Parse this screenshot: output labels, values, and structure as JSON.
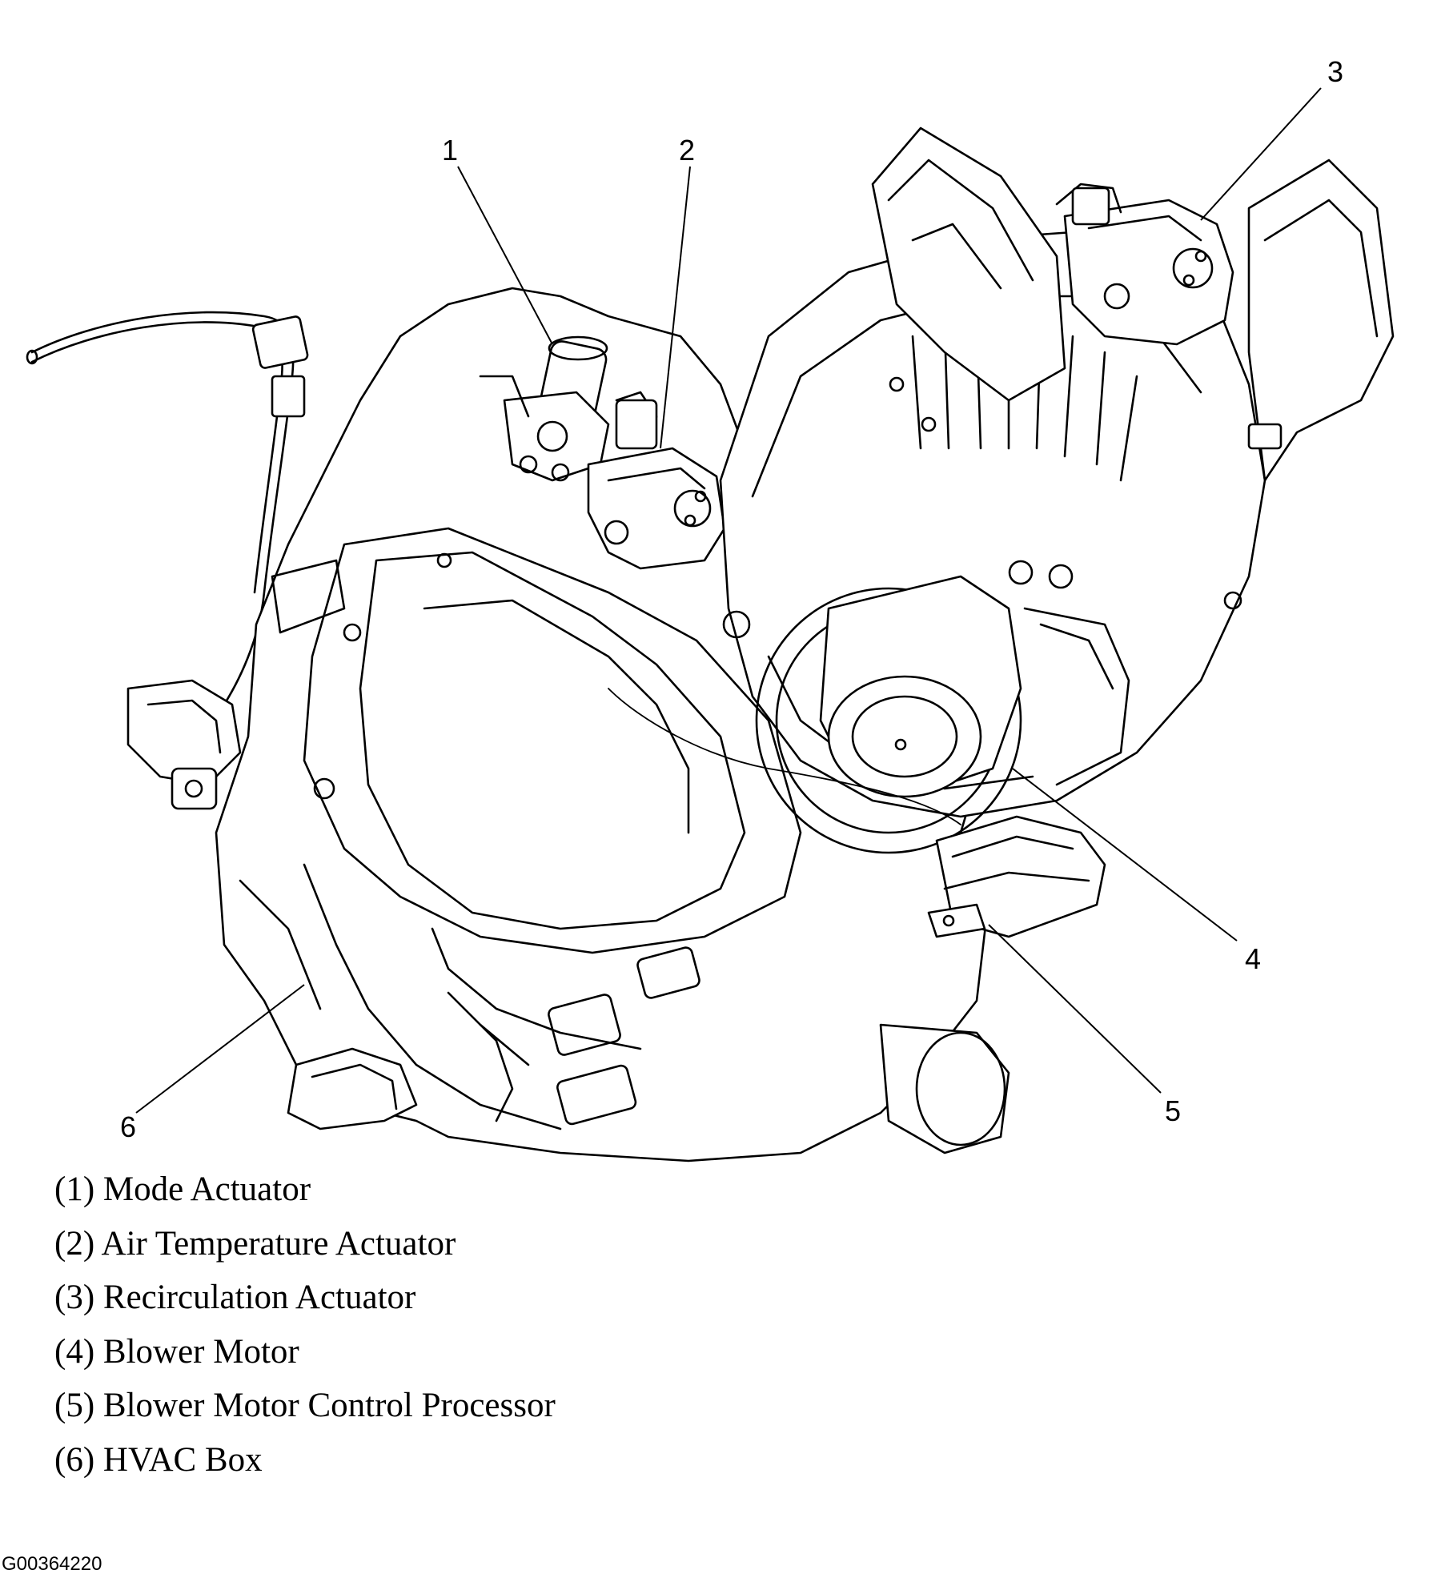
{
  "diagram": {
    "callouts": [
      {
        "id": "callout-1",
        "number": "1"
      },
      {
        "id": "callout-2",
        "number": "2"
      },
      {
        "id": "callout-3",
        "number": "3"
      },
      {
        "id": "callout-4",
        "number": "4"
      },
      {
        "id": "callout-5",
        "number": "5"
      },
      {
        "id": "callout-6",
        "number": "6"
      }
    ]
  },
  "legend": [
    {
      "label": "(1) Mode Actuator"
    },
    {
      "label": "(2) Air Temperature Actuator"
    },
    {
      "label": "(3) Recirculation Actuator"
    },
    {
      "label": "(4) Blower Motor"
    },
    {
      "label": "(5) Blower Motor Control Processor"
    },
    {
      "label": "(6) HVAC Box"
    }
  ],
  "figure_id": "G00364220"
}
